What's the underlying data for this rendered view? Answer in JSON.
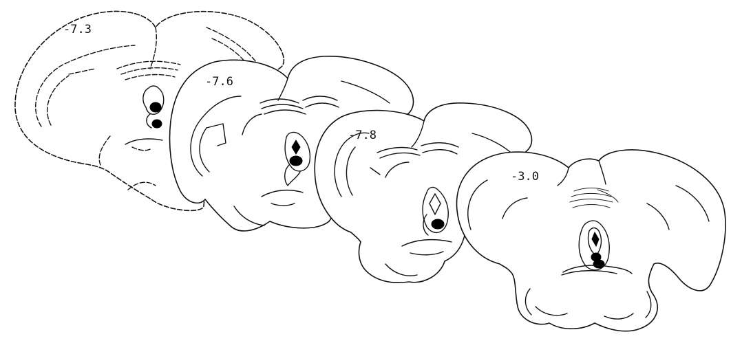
{
  "figure": {
    "sections": [
      {
        "id": "s1",
        "label": "-7.3"
      },
      {
        "id": "s2",
        "label": "-7.6"
      },
      {
        "id": "s3",
        "label": "-7.8"
      },
      {
        "id": "s4",
        "label": "-3.0"
      }
    ]
  },
  "colors": {
    "outline": "#111111",
    "lesion": "#000000",
    "background": "#ffffff"
  }
}
